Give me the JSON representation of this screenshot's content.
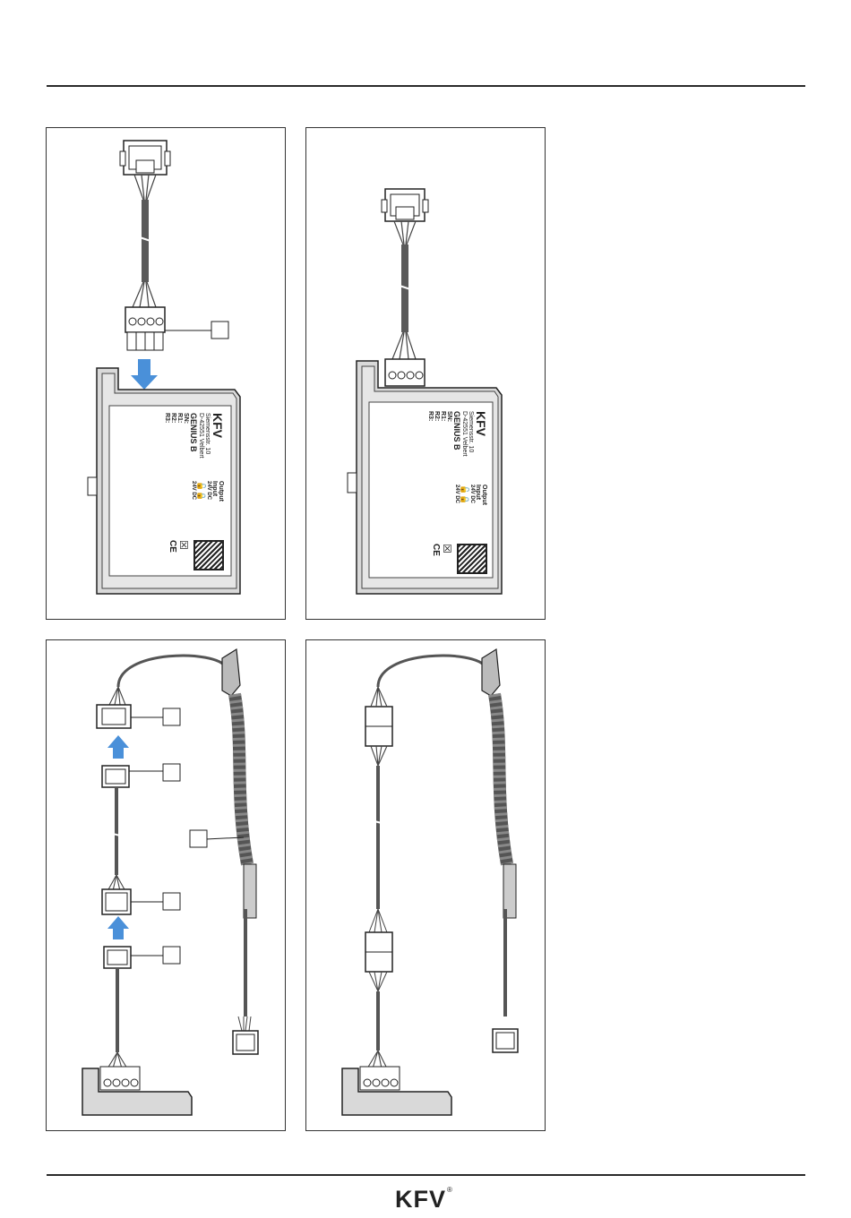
{
  "footer": {
    "brand": "KFV",
    "reg_mark": "®"
  },
  "label_plate": {
    "brand": "KFV",
    "street": "Siemensstr. 10",
    "city": "D-42551 Velbert",
    "product": "GENIUS B",
    "fields": [
      "SN:",
      "R1:",
      "R2:",
      "R3:"
    ],
    "output": "Output",
    "input": "Input",
    "voltage": "24V DC",
    "ce": "CE"
  }
}
